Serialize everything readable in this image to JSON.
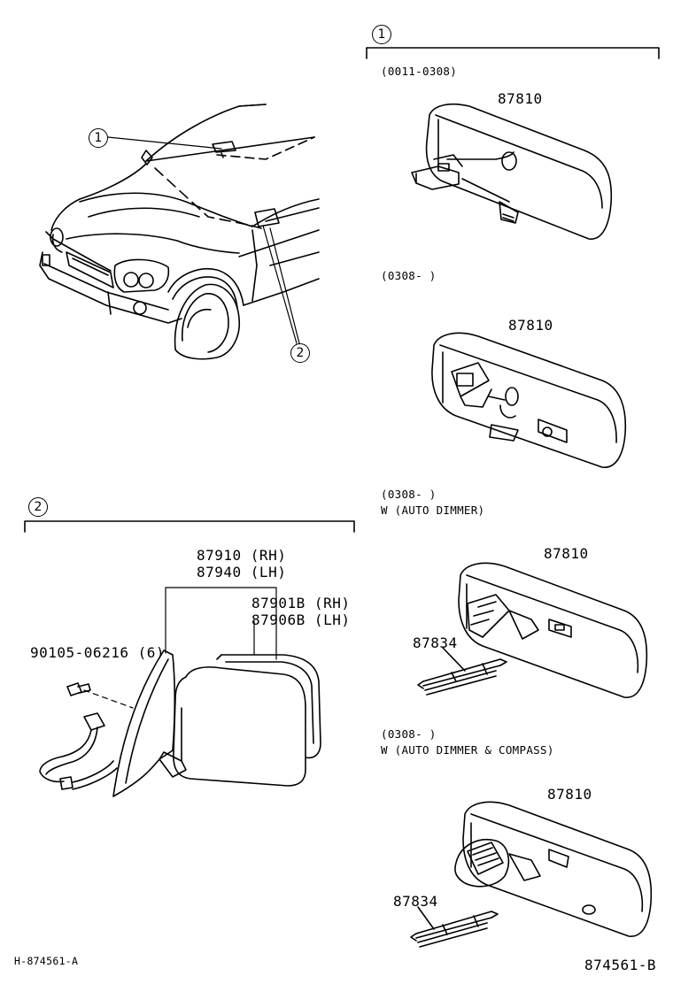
{
  "callouts": {
    "c1": "1",
    "c2": "2",
    "section1_header": "1",
    "section2_header": "2"
  },
  "section1": {
    "mirrors": [
      {
        "date_range": "(0011-0308)",
        "variant": "",
        "part": "87810",
        "aux_part": ""
      },
      {
        "date_range": "(0308-     )",
        "variant": "",
        "part": "87810",
        "aux_part": ""
      },
      {
        "date_range": "(0308-     )",
        "variant": "W (AUTO DIMMER)",
        "part": "87810",
        "aux_part": "87834"
      },
      {
        "date_range": "(0308-     )",
        "variant": "W (AUTO DIMMER & COMPASS)",
        "part": "87810",
        "aux_part": "87834"
      }
    ]
  },
  "section2": {
    "mirror_assy_rh": "87910 (RH)",
    "mirror_assy_lh": "87940 (LH)",
    "glass_rh": "87901B (RH)",
    "glass_lh": "87906B (LH)",
    "screw": "90105-06216 (6)"
  },
  "footer": {
    "left_code": "H-874561-A",
    "right_code": "874561-B"
  }
}
